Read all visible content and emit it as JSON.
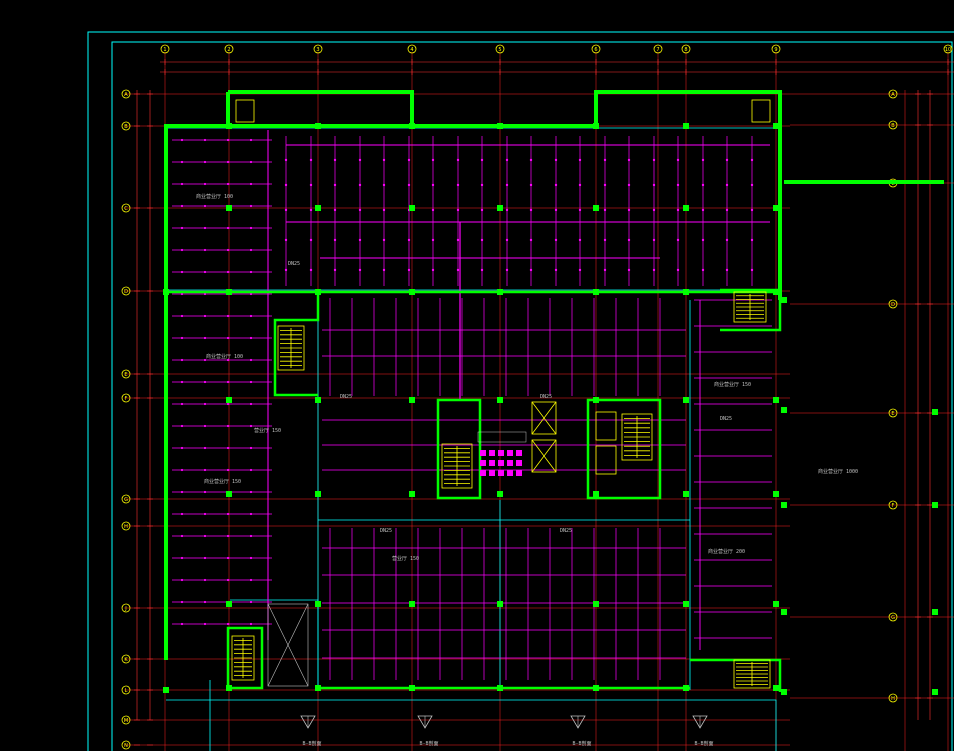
{
  "colors": {
    "background": "#000000",
    "wall": "#00ff00",
    "pipe": "#ff00ff",
    "grid": "#ff2020",
    "dimension": "#ff3030",
    "border": "#00ffff",
    "stair": "#ffff00",
    "text": "#c0c0c0",
    "bubble": "#ffff00"
  },
  "plan": {
    "top_axes": [
      "1",
      "2",
      "3",
      "4",
      "5",
      "6",
      "7",
      "8",
      "9",
      "10"
    ],
    "left_axes": [
      "A",
      "B",
      "C",
      "D",
      "E",
      "F",
      "G",
      "H",
      "J",
      "K",
      "L",
      "M",
      "N"
    ],
    "right_axes": [
      "A",
      "B",
      "C",
      "D",
      "E",
      "F",
      "G",
      "H"
    ],
    "room_labels": [
      "商业营业厅 100",
      "商业营业厅 100",
      "营业厅 150",
      "商业营业厅 150",
      "商业营业厅 1000",
      "商业营业厅 150",
      "营业厅 150",
      "商业营业厅 200"
    ],
    "entrance_labels": [
      "B-B剖面",
      "B-B剖面",
      "B-B剖面",
      "B-B剖面"
    ],
    "pipe_tag": "DN25"
  }
}
